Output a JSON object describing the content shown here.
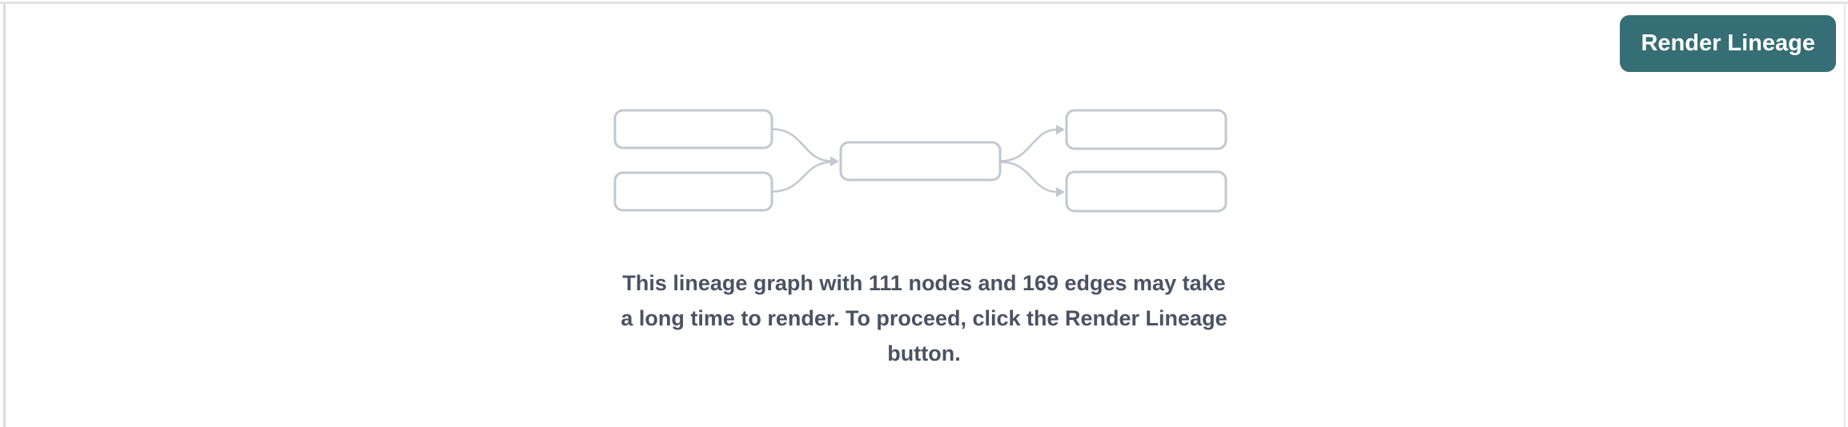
{
  "toolbar": {
    "render_lineage_button": {
      "label": "Render Lineage",
      "background_color": "#366e75",
      "text_color": "#ffffff"
    }
  },
  "illustration": {
    "description": "lineage graph placeholder: two source nodes feeding one middle node feeding two target nodes",
    "node_count": 5,
    "edge_count": 4,
    "stroke_color": "#c3c7cf",
    "node_fill": "#ffffff"
  },
  "notice": {
    "lines": [
      "This lineage graph with 111 nodes and 169 edges may take",
      "a long time to render. To proceed, click the Render Lineage",
      "button."
    ],
    "node_count": "111",
    "edge_count": "169",
    "text_color": "#4a5263"
  },
  "panel": {
    "background": "#ffffff",
    "border_color": "#e1e1e6"
  }
}
